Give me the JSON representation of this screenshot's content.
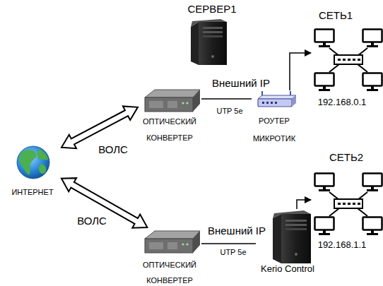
{
  "diagram": {
    "nodes": [
      {
        "text": [
          "СЕРВЕР1"
        ]
      },
      {
        "text": [
          "СЕТЬ1",
          "192.168.0.1"
        ]
      },
      {
        "text": [
          "ОПТИЧЕСКИЙ КОНВЕРТЕР"
        ]
      },
      {
        "text": [
          "РОУТЕР МИКРОТИК"
        ]
      },
      {
        "text": [
          "ИНТЕРНЕТ"
        ]
      },
      {
        "text": [
          "ОПТИЧЕСКИЙ КОНВЕРТЕР"
        ]
      },
      {
        "text": [
          "Kerio Control"
        ]
      },
      {
        "text": [
          "СЕТЬ2",
          "192.168.1.1"
        ]
      }
    ],
    "edges": [
      {
        "from": 4,
        "to": 2,
        "arrow": "both",
        "label": "ВОЛС"
      },
      {
        "from": 2,
        "to": 3,
        "arrow": "none",
        "label": "Внешний IP"
      },
      {
        "from": 3,
        "to": 1,
        "arrow": "to"
      },
      {
        "from": 4,
        "to": 5,
        "arrow": "both",
        "label": "ВОЛС"
      },
      {
        "from": 5,
        "to": 6,
        "arrow": "none",
        "label": "Внешний IP"
      },
      {
        "from": 6,
        "to": 7,
        "arrow": "to"
      }
    ],
    "labels": [
      "UTP 5e",
      "UTP 5e"
    ]
  }
}
